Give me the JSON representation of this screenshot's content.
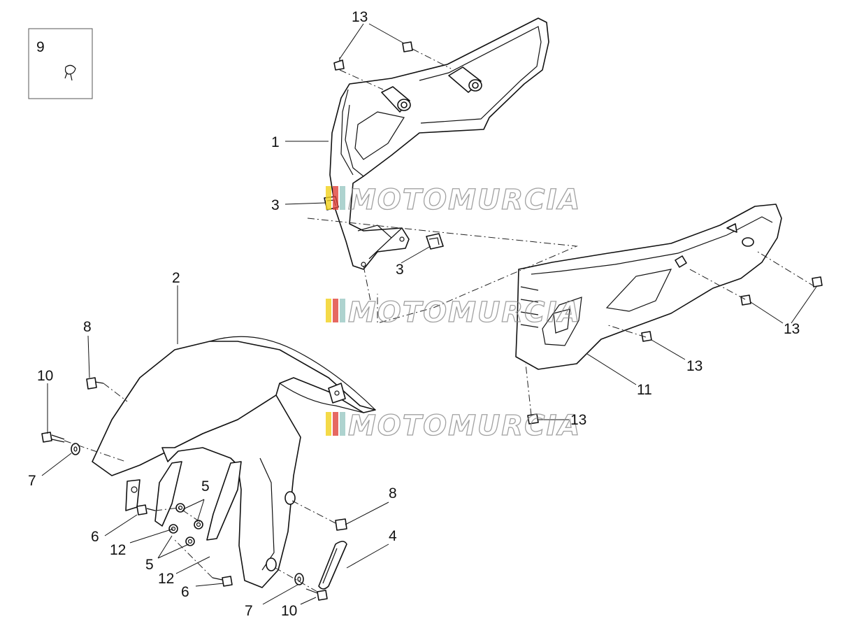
{
  "watermark": {
    "text": "MOTOMURCIA",
    "stripe_colors": [
      "#f2d21b",
      "#e0433a",
      "#9bc9c4"
    ]
  },
  "inset": {
    "label": "9"
  },
  "callouts": {
    "c1": "1",
    "c2": "2",
    "c3a": "3",
    "c3b": "3",
    "c4": "4",
    "c5a": "5",
    "c5b": "5",
    "c6a": "6",
    "c6b": "6",
    "c7a": "7",
    "c7b": "7",
    "c8a": "8",
    "c8b": "8",
    "c10a": "10",
    "c10b": "10",
    "c11": "11",
    "c12a": "12",
    "c12b": "12",
    "c13a": "13",
    "c13b": "13",
    "c13c": "13",
    "c13d": "13"
  }
}
